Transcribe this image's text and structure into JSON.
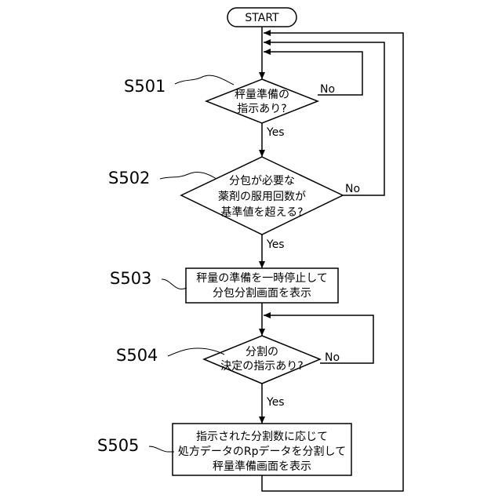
{
  "start": "START",
  "steps": {
    "s501": {
      "id": "S501",
      "lines": [
        "秤量準備の",
        "指示あり?"
      ]
    },
    "s502": {
      "id": "S502",
      "lines": [
        "分包が必要な",
        "薬剤の服用回数が",
        "基準値を超える?"
      ]
    },
    "s503": {
      "id": "S503",
      "lines": [
        "秤量の準備を一時停止して",
        "分包分割画面を表示"
      ]
    },
    "s504": {
      "id": "S504",
      "lines": [
        "分割の",
        "決定の指示あり?"
      ]
    },
    "s505": {
      "id": "S505",
      "lines": [
        "指示された分割数に応じて",
        "処方データのRpデータを分割して",
        "秤量準備画面を表示"
      ]
    }
  },
  "branch_labels": {
    "s501_no": "No",
    "s501_yes": "Yes",
    "s502_no": "No",
    "s502_yes": "Yes",
    "s504_no": "No",
    "s504_yes": "Yes"
  }
}
